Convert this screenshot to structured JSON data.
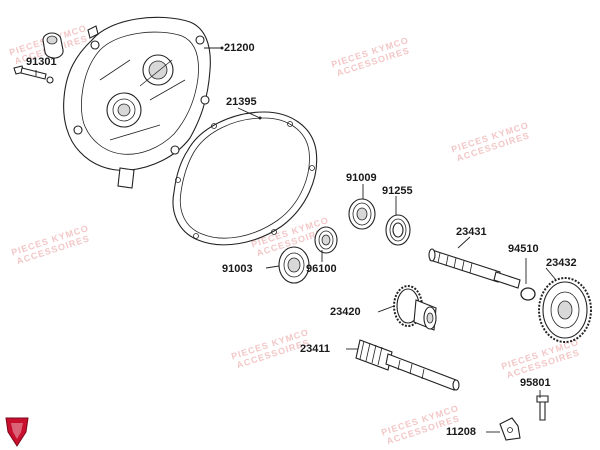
{
  "diagram": {
    "part_numbers": {
      "crankcase_cover": "21200",
      "dowel_pin": "91301",
      "gasket": "21395",
      "bearing_small": "91009",
      "oil_seal": "91255",
      "bearing_large": "91003",
      "bearing_mid": "96100",
      "drive_shaft": "23431",
      "circlip": "94510",
      "final_gear": "23432",
      "counter_gear": "23420",
      "main_shaft": "23411",
      "bolt": "95801",
      "clamp": "11208"
    },
    "watermark_lines": [
      "PIECES KYMCO",
      "ACCESSOIRES"
    ],
    "colors": {
      "line": "#222222",
      "watermark": "#f3c7c7",
      "logo": "#c8102e"
    }
  }
}
